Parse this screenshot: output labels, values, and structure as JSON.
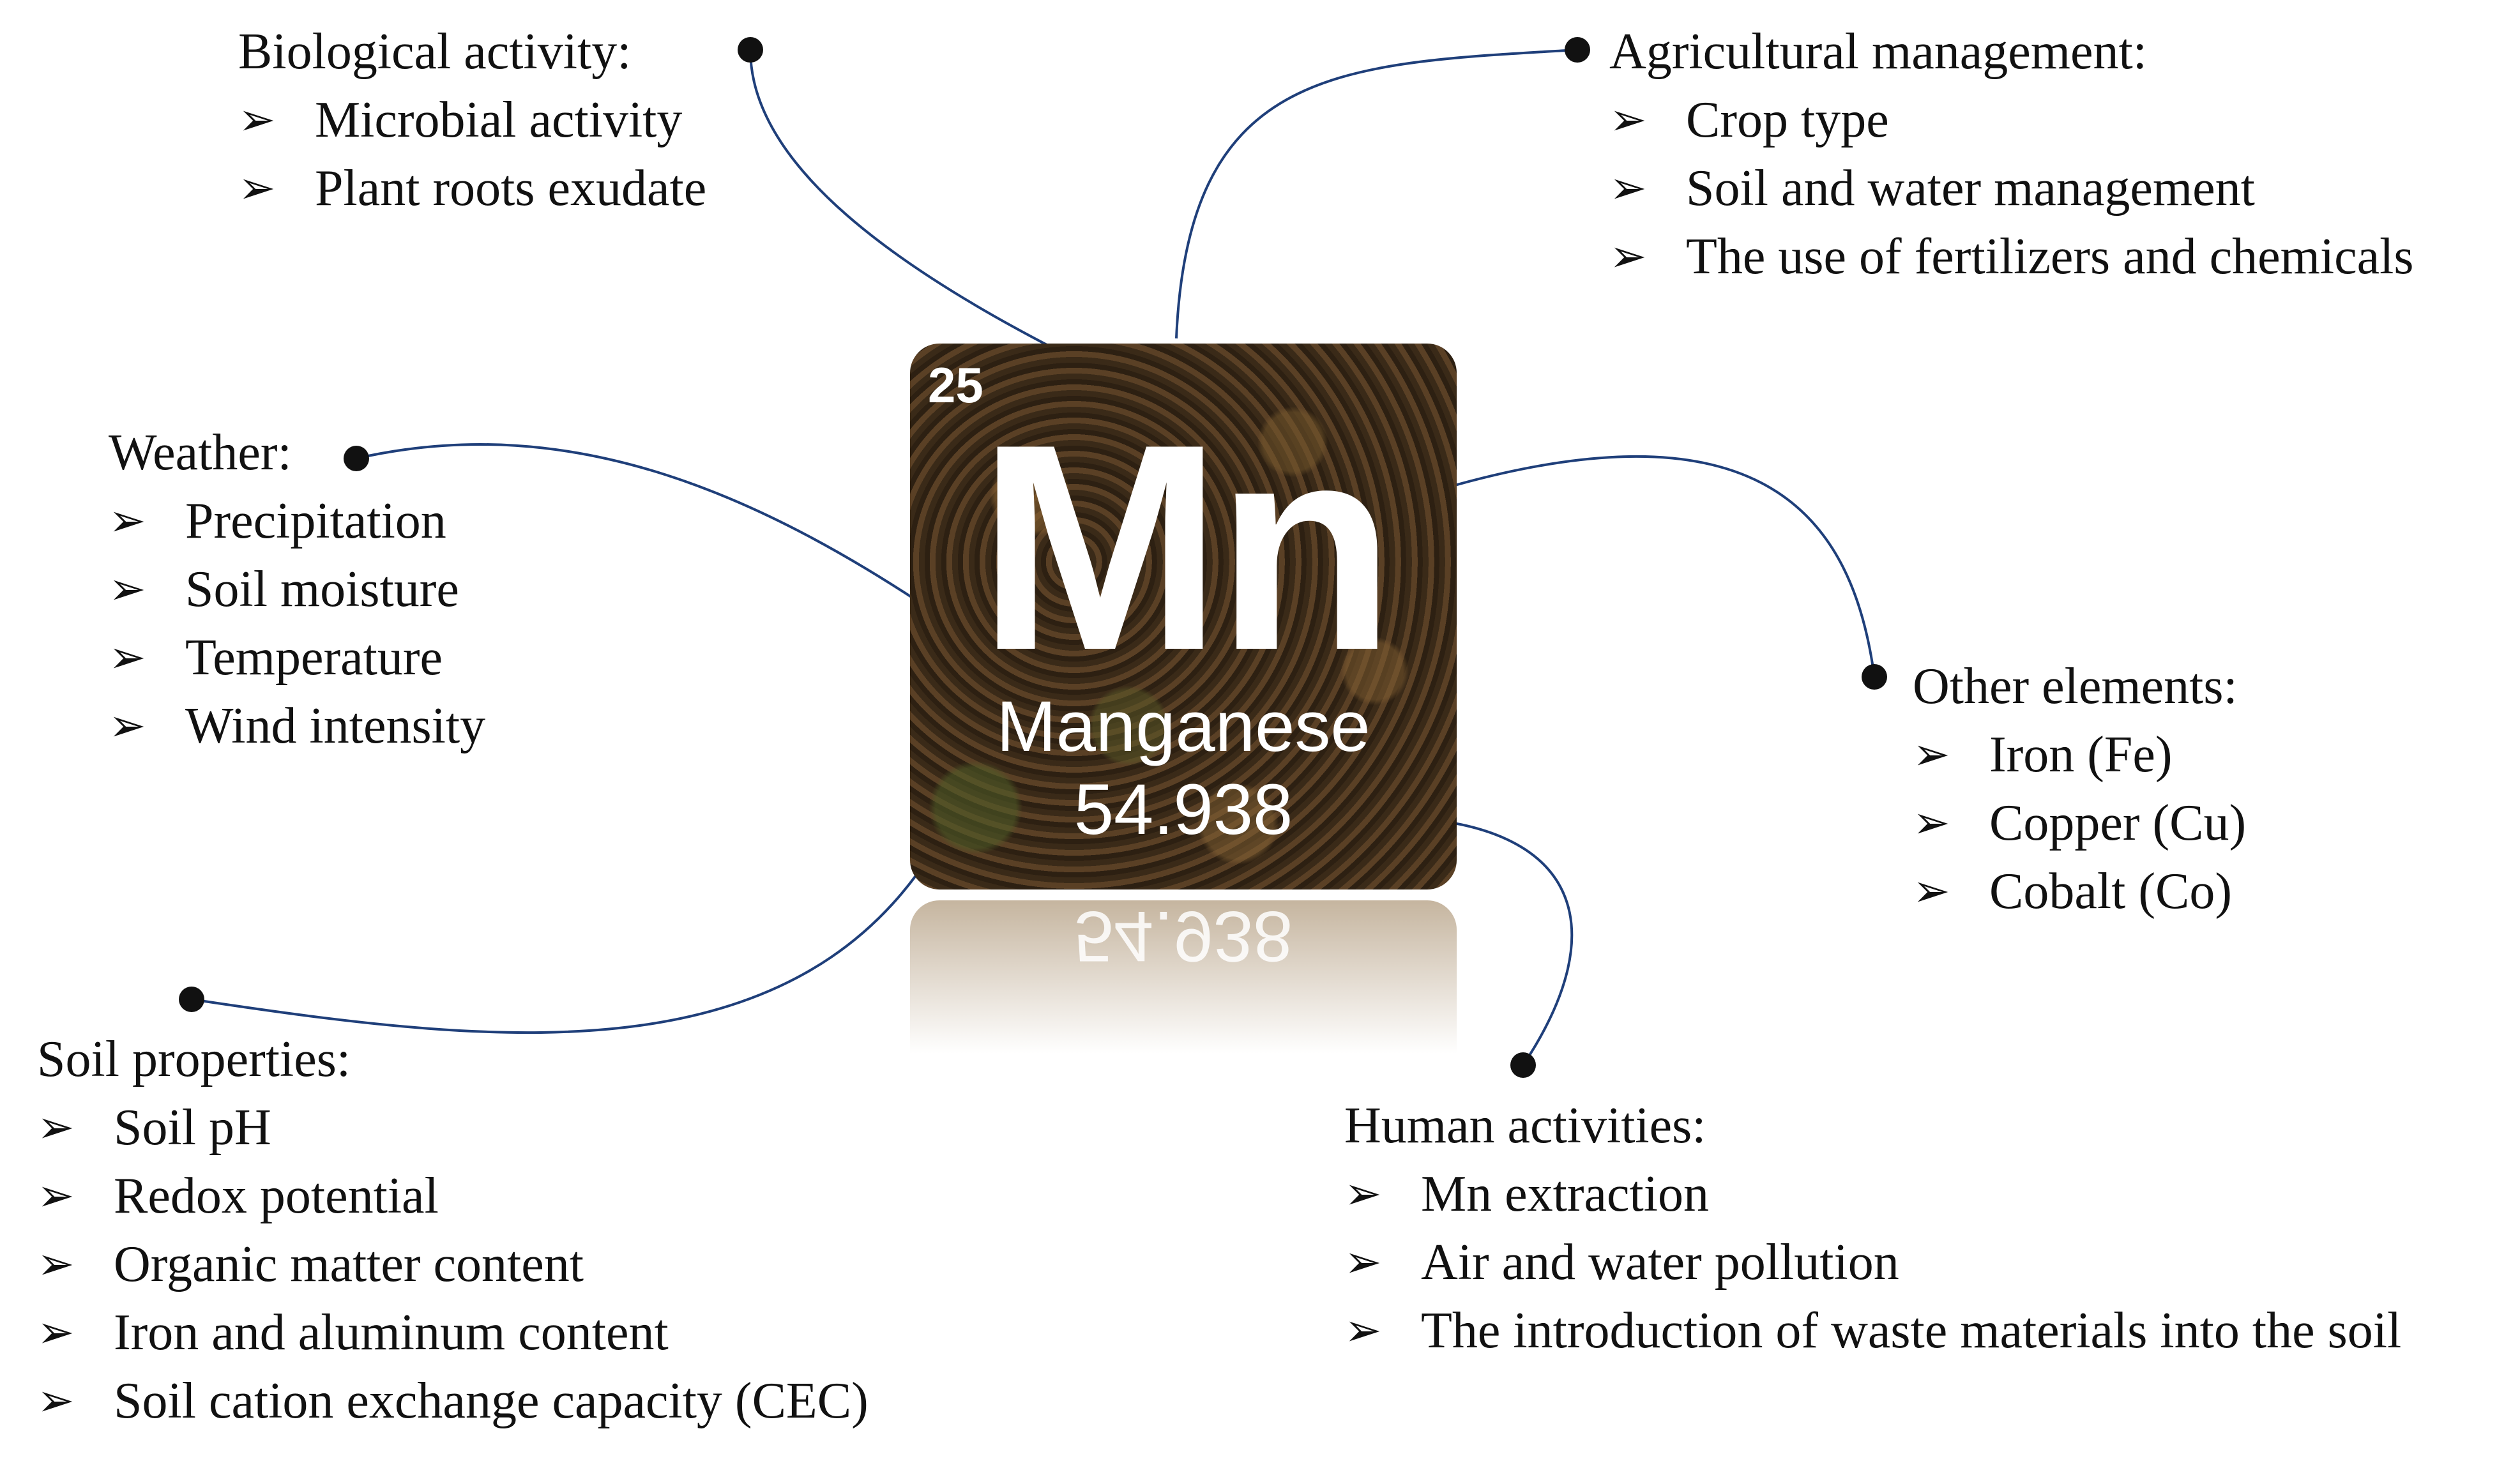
{
  "element": {
    "number": "25",
    "symbol": "Mn",
    "name": "Manganese",
    "mass": "54.938"
  },
  "bullet_icon": "arrowhead-bullet",
  "colors": {
    "line": "#1f3f7a",
    "dot": "#111111",
    "text": "#111111"
  },
  "groups": {
    "biological": {
      "title": "Biological activity:",
      "items": [
        "Microbial activity",
        "Plant roots exudate"
      ]
    },
    "agricultural": {
      "title": "Agricultural management:",
      "items": [
        "Crop type",
        "Soil and water management",
        "The use of fertilizers and chemicals"
      ]
    },
    "weather": {
      "title": "Weather:",
      "items": [
        "Precipitation",
        "Soil moisture",
        "Temperature",
        "Wind intensity"
      ]
    },
    "other": {
      "title": "Other elements:",
      "items": [
        "Iron (Fe)",
        "Copper (Cu)",
        "Cobalt (Co)"
      ]
    },
    "soil": {
      "title": "Soil properties:",
      "items": [
        "Soil pH",
        "Redox potential",
        "Organic matter content",
        "Iron and aluminum content",
        "Soil cation exchange capacity (CEC)"
      ]
    },
    "human": {
      "title": "Human activities:",
      "items": [
        "Mn extraction",
        "Air and water pollution",
        "The introduction of waste materials into the soil"
      ]
    }
  }
}
